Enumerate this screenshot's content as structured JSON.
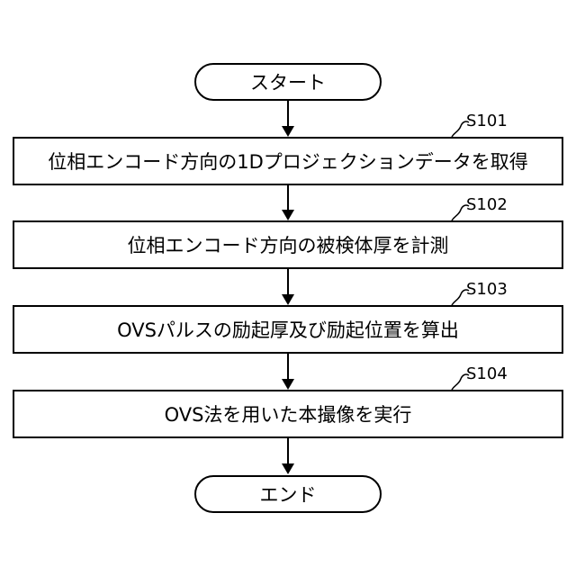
{
  "diagram": {
    "start": {
      "label": "スタート"
    },
    "steps": [
      {
        "id": "S101",
        "label": "位相エンコード方向の1Dプロジェクションデータを取得"
      },
      {
        "id": "S102",
        "label": "位相エンコード方向の被検体厚を計測"
      },
      {
        "id": "S103",
        "label": "OVSパルスの励起厚及び励起位置を算出"
      },
      {
        "id": "S104",
        "label": "OVS法を用いた本撮像を実行"
      }
    ],
    "end": {
      "label": "エンド"
    }
  }
}
